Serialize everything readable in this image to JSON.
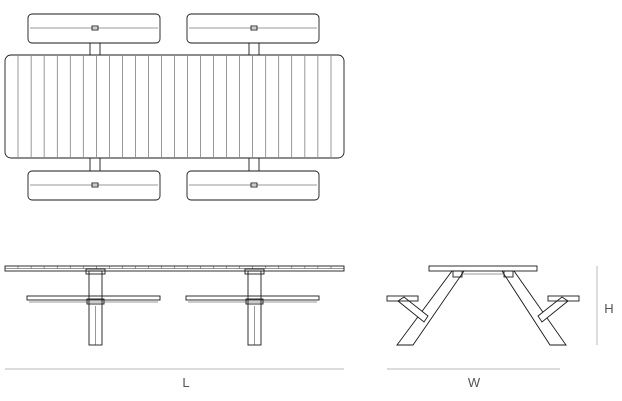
{
  "labels": {
    "length": "L",
    "width": "W",
    "height": "H"
  },
  "colors": {
    "line": "#1a1a1a",
    "dimension": "#b8b8b8",
    "label": "#555555"
  }
}
